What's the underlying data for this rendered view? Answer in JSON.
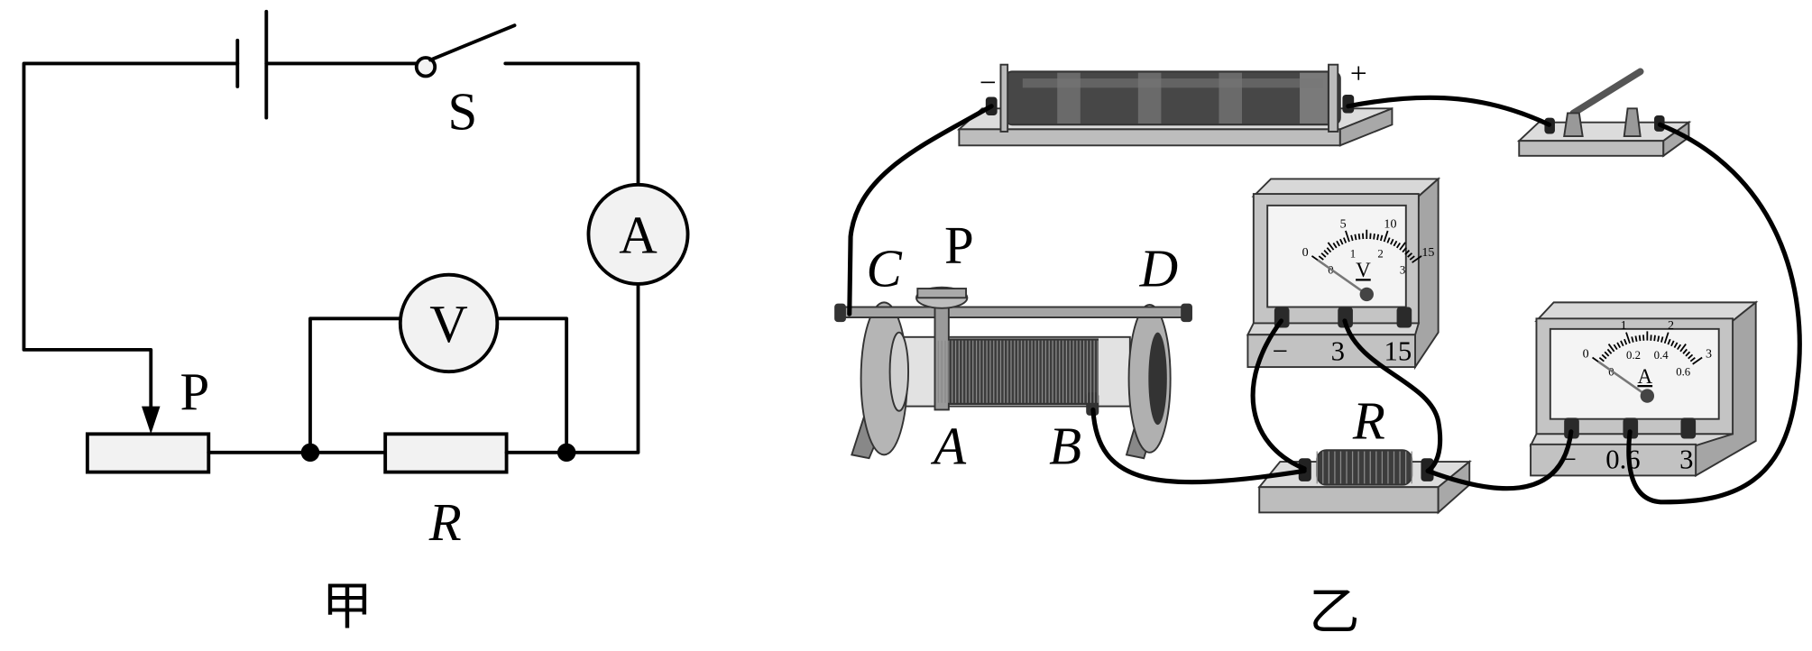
{
  "panel_a": {
    "switch_label": "S",
    "ammeter_symbol": "A",
    "voltmeter_symbol": "V",
    "slider_label": "P",
    "resistor_label": "R",
    "caption": "甲"
  },
  "panel_b": {
    "battery": {
      "minus": "−",
      "plus": "+"
    },
    "rheostat": {
      "c": "C",
      "d": "D",
      "a": "A",
      "b": "B",
      "p": "P"
    },
    "resistor_label": "R",
    "voltmeter": {
      "symbol": "V",
      "scale_top": [
        "0",
        "5",
        "10",
        "15"
      ],
      "scale_bottom": [
        "0",
        "1",
        "2",
        "3"
      ],
      "terminals": [
        "−",
        "3",
        "15"
      ]
    },
    "ammeter": {
      "symbol": "A",
      "scale_top": [
        "0",
        "1",
        "2",
        "3"
      ],
      "scale_bottom": [
        "0",
        "0.2",
        "0.4",
        "0.6"
      ],
      "terminals": [
        "−",
        "0.6",
        "3"
      ]
    },
    "caption": "乙"
  },
  "colors": {
    "line": "#000000",
    "device_gray": "#c8c8c8",
    "dark_gray": "#444444",
    "fill_light": "#f2f2f2"
  }
}
